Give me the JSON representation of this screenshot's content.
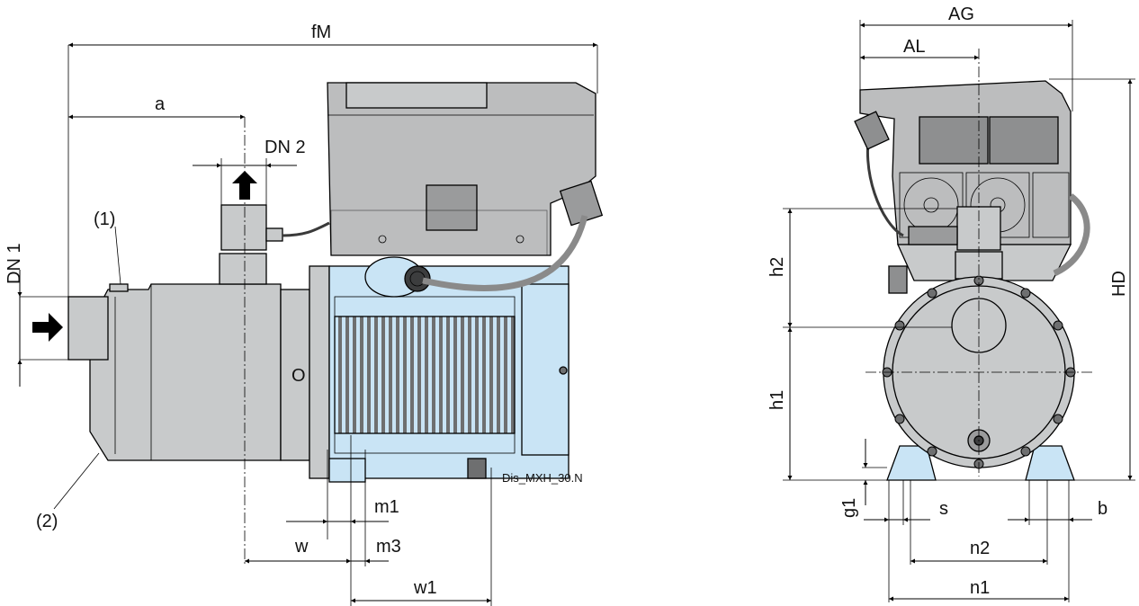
{
  "drawing_ref": "Dis_MXH_30.N",
  "colors": {
    "pump_grey": "#c8cacb",
    "controller_grey": "#bcbdbe",
    "motor_blue": "#c9e4f5",
    "cable": "#8a8a8a",
    "line": "#000000"
  },
  "side_view": {
    "dimensions": {
      "fM": "fM",
      "a": "a",
      "DN1": "DN 1",
      "DN2": "DN 2",
      "w": "w",
      "w1": "w1",
      "m1": "m1",
      "m3": "m3"
    },
    "callouts": {
      "item1": "(1)",
      "item2": "(2)"
    },
    "marks": {
      "center_mark": "O"
    }
  },
  "front_view": {
    "dimensions": {
      "AG": "AG",
      "AL": "AL",
      "HD": "HD",
      "h1": "h1",
      "h2": "h2",
      "g1": "g1",
      "s": "s",
      "b": "b",
      "n1": "n1",
      "n2": "n2"
    }
  }
}
